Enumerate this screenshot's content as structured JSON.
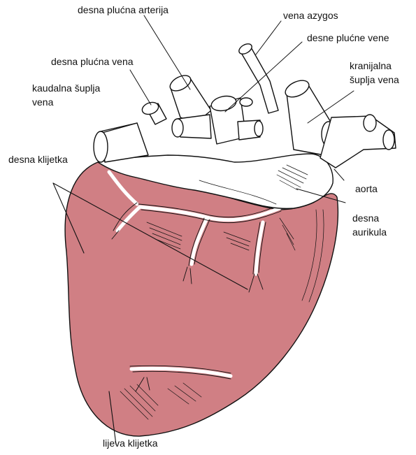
{
  "colors": {
    "heart_fill": "#d07f84",
    "vessel_fill": "#ffffff",
    "outline": "#111111",
    "text": "#111111"
  },
  "labels": {
    "desna_plucna_arterija": "desna plućna arterija",
    "vena_azygos": "vena azygos",
    "desne_plucne_vene": "desne plućne vene",
    "desna_plucna_vena": "desna plućna vena",
    "kranijalna_1": "kranijalna",
    "kranijalna_2": "šuplja vena",
    "kaudalna_1": "kaudalna šuplja",
    "kaudalna_2": "vena",
    "desna_klijetka": "desna klijetka",
    "aorta": "aorta",
    "desna_aurikula_1": "desna",
    "desna_aurikula_2": "aurikula",
    "lijeva_klijetka": "lijeva klijetka"
  }
}
